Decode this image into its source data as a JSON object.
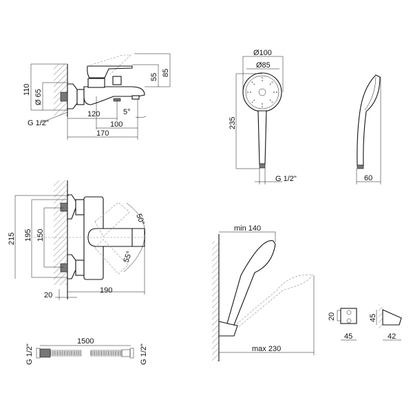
{
  "bath_mixer": {
    "dim_height": "110",
    "dim_diameter": "Ø 65",
    "dim_top": "85",
    "dim_lever": "55",
    "dim_120": "120",
    "dim_100": "100",
    "dim_170": "170",
    "angle": "5°",
    "thread": "G 1/2\""
  },
  "wall_mixer": {
    "dim_215": "215",
    "dim_195": "195",
    "dim_150": "150",
    "dim_20": "20",
    "dim_190": "190",
    "angle_up": "50°",
    "angle_down": "55°"
  },
  "hand_shower": {
    "dia_outer": "Ø100",
    "dia_inner": "Ø85",
    "length": "235",
    "thread": "G 1/2\"",
    "depth": "60"
  },
  "holder_view": {
    "min": "min 140",
    "max": "max 230"
  },
  "holder": {
    "front_h": "20",
    "front_w": "45",
    "side_h": "45",
    "side_w": "42"
  },
  "hose": {
    "length": "1500",
    "thread_left": "G 1/2\"",
    "thread_right": "G 1/2\""
  }
}
